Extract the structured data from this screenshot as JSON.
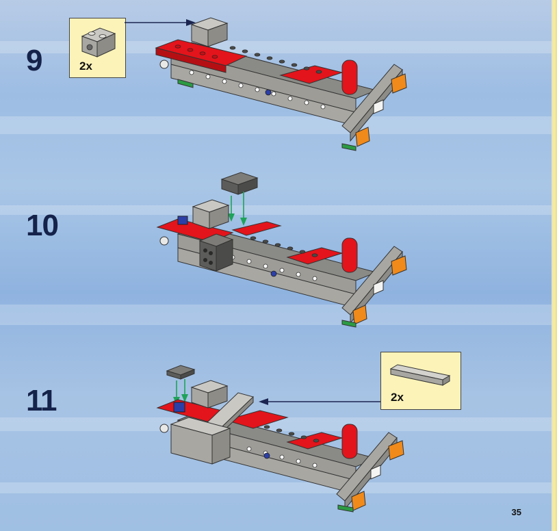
{
  "page": {
    "number": "35"
  },
  "steps": [
    {
      "number": "9",
      "callout": {
        "quantity": "2x"
      }
    },
    {
      "number": "10"
    },
    {
      "number": "11",
      "callout": {
        "quantity": "2x"
      }
    }
  ],
  "colors": {
    "background": "#9dbde3",
    "step_number": "#15224a",
    "callout_fill": "#fbf3b8",
    "brick_red": "#e3141b",
    "brick_gray": "#a8a7a2",
    "brick_dark_gray": "#5c5c5a",
    "brick_blue": "#2c3fa8",
    "brick_green": "#2c9b43",
    "brick_orange": "#f08a1a",
    "arrow_green": "#1fa25a"
  }
}
